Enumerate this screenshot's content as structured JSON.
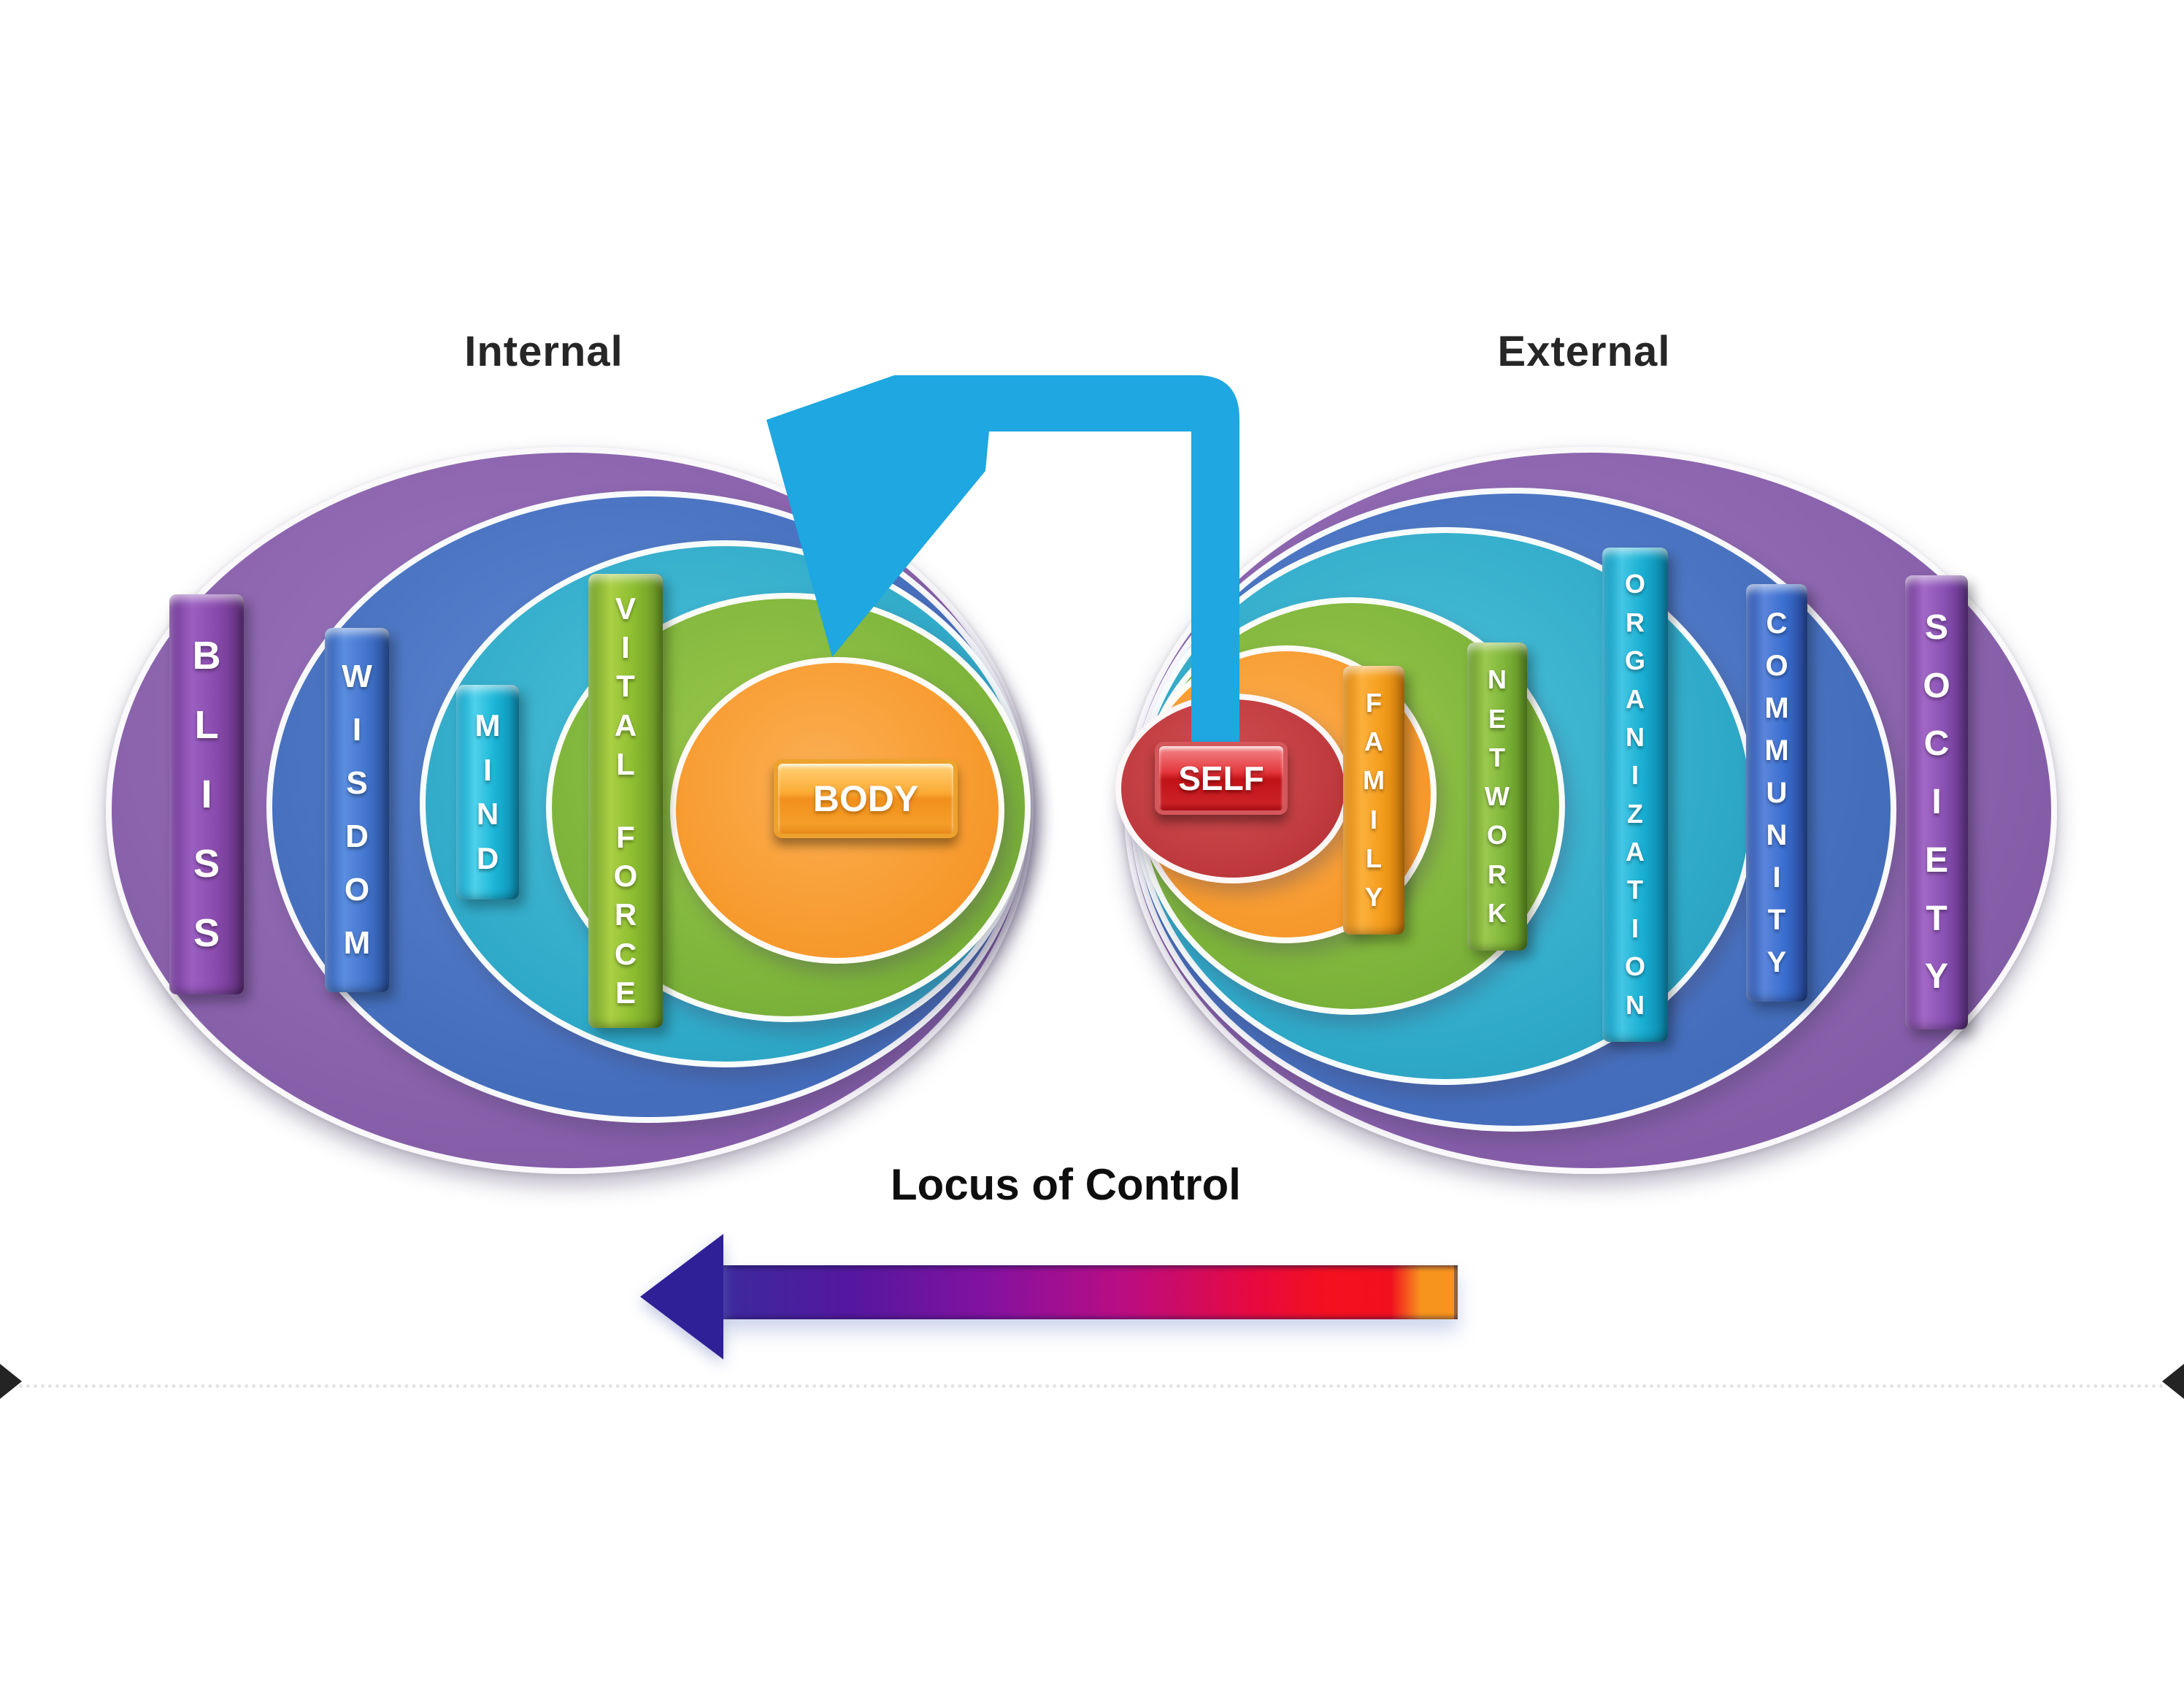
{
  "titles": {
    "internal": "Internal",
    "external": "External"
  },
  "caption": "Locus of Control",
  "internal": {
    "rings": [
      {
        "id": "bliss-ring",
        "color": "#8a63ac"
      },
      {
        "id": "wisdom-ring",
        "color": "#456fbd"
      },
      {
        "id": "mind-ring",
        "color": "#2fa9c8"
      },
      {
        "id": "vital-force-ring",
        "color": "#7cb33a"
      },
      {
        "id": "body-ring",
        "color": "#f79a2d"
      }
    ],
    "bars": [
      {
        "id": "bliss",
        "label": "BLISS",
        "color": "#8a4bae"
      },
      {
        "id": "wisdom",
        "label": "WISDOM",
        "color": "#4477cf"
      },
      {
        "id": "mind",
        "label": "MIND",
        "color": "#1ab4d6"
      },
      {
        "id": "vital-force",
        "label": "VITAL FORCE",
        "color": "#8bbc2f"
      }
    ],
    "button": {
      "label": "BODY",
      "color": "#f59d28"
    }
  },
  "external": {
    "rings": [
      {
        "id": "society-ring",
        "color": "#8a63ac"
      },
      {
        "id": "community-ring",
        "color": "#456fbd"
      },
      {
        "id": "organization-ring",
        "color": "#2fa9c8"
      },
      {
        "id": "network-ring",
        "color": "#7cb33a"
      },
      {
        "id": "family-ring",
        "color": "#f79a2d"
      },
      {
        "id": "self-ring",
        "color": "#bf3a3e"
      }
    ],
    "bars": [
      {
        "id": "family",
        "label": "FAMILY",
        "color": "#f59d1d"
      },
      {
        "id": "network",
        "label": "NETWORK",
        "color": "#7fb63a"
      },
      {
        "id": "organization",
        "label": "ORGANIZATION",
        "color": "#18aed2"
      },
      {
        "id": "community",
        "label": "COMMUNITY",
        "color": "#3a6fd0"
      },
      {
        "id": "society",
        "label": "SOCIETY",
        "color": "#8a51b4"
      }
    ],
    "button": {
      "label": "SELF",
      "color": "#c01318"
    }
  },
  "connector": {
    "shape": "bent-arrow",
    "from": "SELF",
    "to": "Internal",
    "color": "#1ea7e0"
  },
  "locus_arrow": {
    "direction": "left",
    "head_color": "#2f2097",
    "gradient": [
      "#3b2a9e",
      "#8212a0",
      "#b80d85",
      "#f5101e",
      "#f7941d"
    ]
  }
}
